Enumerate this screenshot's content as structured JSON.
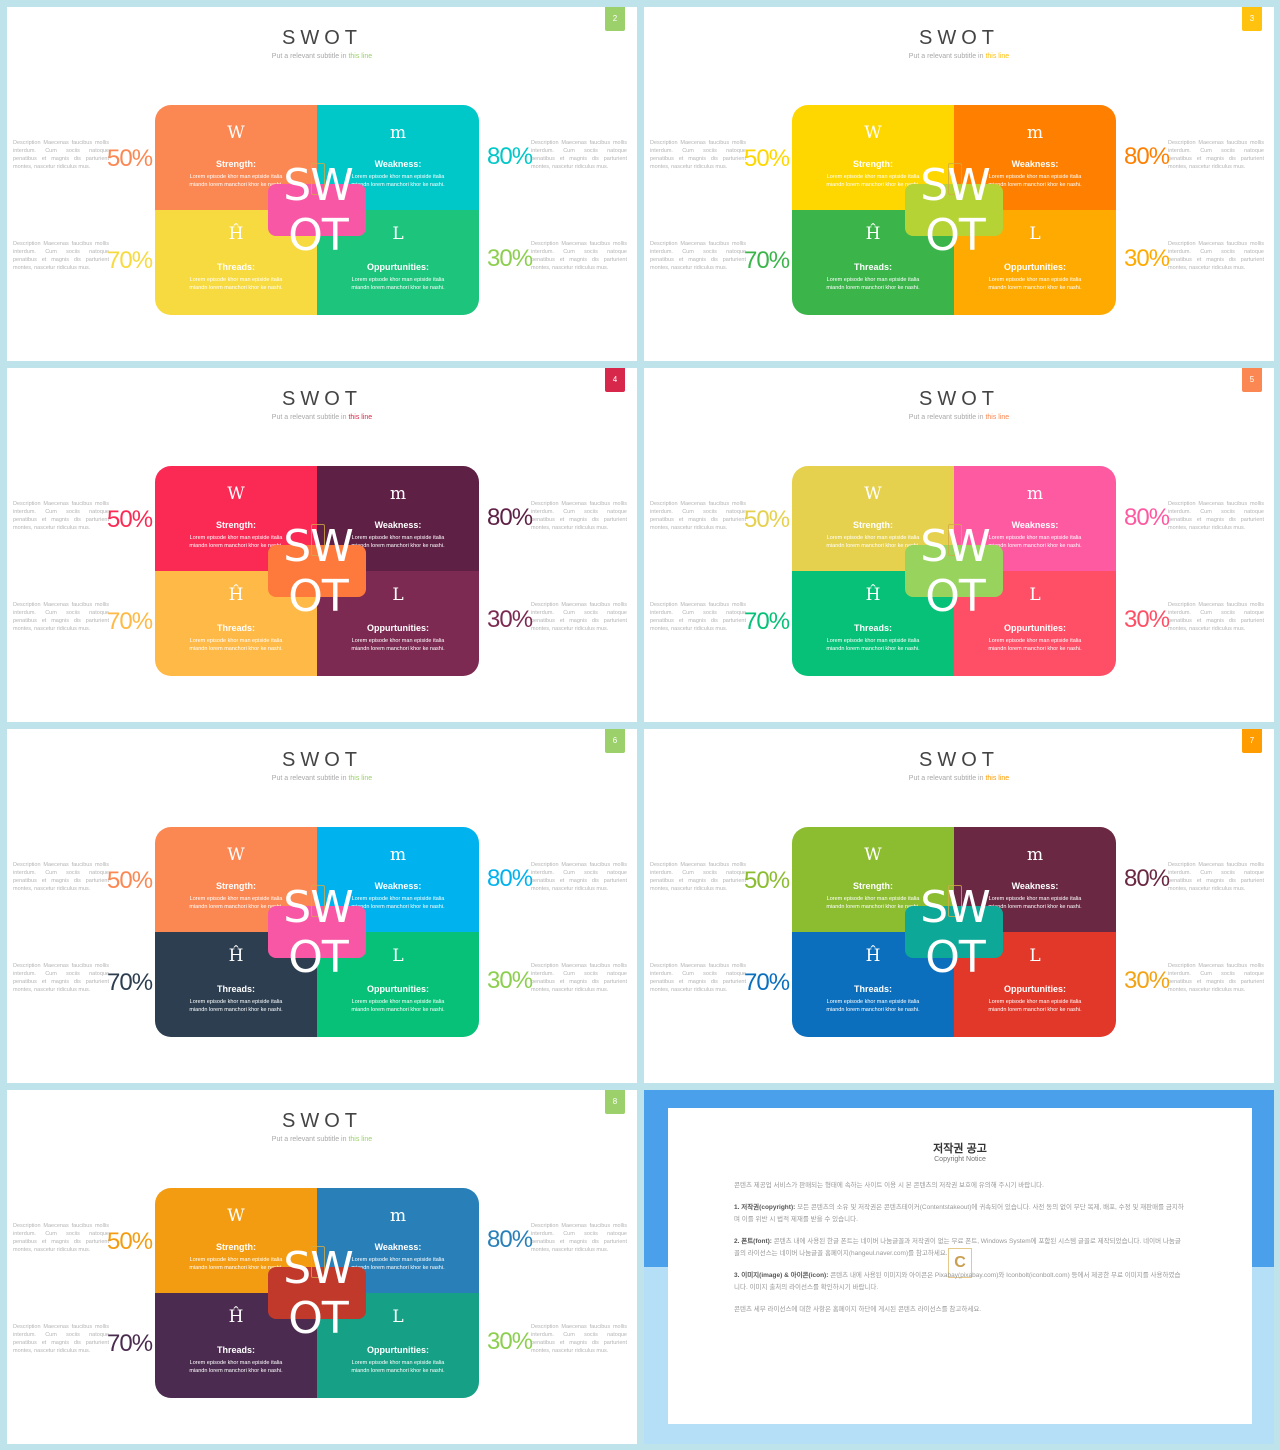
{
  "swot_slides": [
    {
      "page": "2",
      "title": "SWOT",
      "subtitle_pre": "Put a relevant subtitle in ",
      "subtitle_hl": "this line",
      "accent": "#9bd06a",
      "colors": {
        "tl": "#fb8853",
        "tr": "#00c7c8",
        "bl": "#f7da3f",
        "br": "#1dc47c",
        "center": "#f857a6"
      },
      "pct": {
        "tl": "50%",
        "tr": "80%",
        "bl": "70%",
        "br": "30%"
      },
      "pct_colors": {
        "tl": "#fb8853",
        "tr": "#00c7c8",
        "bl": "#f7da3f",
        "br": "#8ccf4f"
      }
    },
    {
      "page": "3",
      "title": "SWOT",
      "subtitle_pre": "Put a relevant subtitle in ",
      "subtitle_hl": "this line",
      "accent": "#ffc20e",
      "colors": {
        "tl": "#ffd700",
        "tr": "#ff7f00",
        "bl": "#3bb54a",
        "br": "#ffaa00",
        "center": "#b5d334"
      },
      "pct": {
        "tl": "50%",
        "tr": "80%",
        "bl": "70%",
        "br": "30%"
      },
      "pct_colors": {
        "tl": "#ffd700",
        "tr": "#ff7f00",
        "bl": "#3bb54a",
        "br": "#ffaa00"
      }
    },
    {
      "page": "4",
      "title": "SWOT",
      "subtitle_pre": "Put a relevant subtitle in ",
      "subtitle_hl": "this line",
      "accent": "#d7274a",
      "colors": {
        "tl": "#fb2a55",
        "tr": "#5e2045",
        "bl": "#ffb946",
        "br": "#7c2a52",
        "center": "#fd7a3c"
      },
      "pct": {
        "tl": "50%",
        "tr": "80%",
        "bl": "70%",
        "br": "30%"
      },
      "pct_colors": {
        "tl": "#fb2a55",
        "tr": "#5e2045",
        "bl": "#ffb946",
        "br": "#7c2a52"
      }
    },
    {
      "page": "5",
      "title": "SWOT",
      "subtitle_pre": "Put a relevant subtitle in ",
      "subtitle_hl": "this line",
      "accent": "#fb8853",
      "colors": {
        "tl": "#e6d14f",
        "tr": "#fe5aa1",
        "bl": "#06c177",
        "br": "#ff4f66",
        "center": "#97d35d"
      },
      "pct": {
        "tl": "50%",
        "tr": "80%",
        "bl": "70%",
        "br": "30%"
      },
      "pct_colors": {
        "tl": "#e6d14f",
        "tr": "#fe5aa1",
        "bl": "#06c177",
        "br": "#ff4f66"
      }
    },
    {
      "page": "6",
      "title": "SWOT",
      "subtitle_pre": "Put a relevant subtitle in ",
      "subtitle_hl": "this line",
      "accent": "#9bd06a",
      "colors": {
        "tl": "#fb8853",
        "tr": "#00b3ee",
        "bl": "#2c3e50",
        "br": "#06c177",
        "center": "#f857a6"
      },
      "pct": {
        "tl": "50%",
        "tr": "80%",
        "bl": "70%",
        "br": "30%"
      },
      "pct_colors": {
        "tl": "#fb8853",
        "tr": "#00b3ee",
        "bl": "#2c3e50",
        "br": "#8ccf4f"
      }
    },
    {
      "page": "7",
      "title": "SWOT",
      "subtitle_pre": "Put a relevant subtitle in ",
      "subtitle_hl": "this line",
      "accent": "#ff9c00",
      "colors": {
        "tl": "#8cbd31",
        "tr": "#6a2842",
        "bl": "#0b6fbe",
        "br": "#e2382a",
        "center": "#0da898"
      },
      "pct": {
        "tl": "50%",
        "tr": "80%",
        "bl": "70%",
        "br": "30%"
      },
      "pct_colors": {
        "tl": "#8cbd31",
        "tr": "#6a2842",
        "bl": "#0b6fbe",
        "br": "#f3a313"
      }
    },
    {
      "page": "8",
      "title": "SWOT",
      "subtitle_pre": "Put a relevant subtitle in ",
      "subtitle_hl": "this line",
      "accent": "#9bd06a",
      "colors": {
        "tl": "#f39c12",
        "tr": "#2980b9",
        "bl": "#4b2c50",
        "br": "#16a085",
        "center": "#c0392b"
      },
      "pct": {
        "tl": "50%",
        "tr": "80%",
        "bl": "70%",
        "br": "30%"
      },
      "pct_colors": {
        "tl": "#f39c12",
        "tr": "#2980b9",
        "bl": "#4b2c50",
        "br": "#8ccf4f"
      }
    }
  ],
  "quadrant_labels": {
    "tl": {
      "letter": "W",
      "heading": "Strength:"
    },
    "tr": {
      "letter": "m",
      "heading": "Weakness:"
    },
    "bl": {
      "letter": "Ĥ",
      "heading": "Threads:"
    },
    "br": {
      "letter": "L",
      "heading": "Oppurtunities:"
    }
  },
  "quad_text": "Lorem episode khor man episide italia miandn lorem manchori khor ke nashi.",
  "center_text": "SW OT",
  "desc_left": "Description Maecenas faucibus mollis interdum. Cum sociis natoque penatibus et magnis dis parturient montes, nascetur ridiculus mus.",
  "desc_right": "Description Maecenas faucibus mollis interdum. Cum sociis natoque penatibus et magnis dis parturient montes, nascetur ridiculus mus.",
  "copyright": {
    "title": "저작권 공고",
    "subtitle": "Copyright Notice",
    "logo_letter": "C",
    "intro": "콘텐츠 제공업 서비스가 판매되는 형태에 속하는 사이트 이용 시 본 콘텐츠의 저작권 보호에 유의해 주시기 바랍니다.",
    "p1_label": "1. 저작권(copyright):",
    "p1": " 모든 콘텐츠의 소유 및 저작권은 콘텐츠테이커(Contentstakeout)에 귀속되어 있습니다. 사전 동의 없이 무단 복제, 배포, 수정 및 재판매를 금지하며 이를 위반 시 법적 제재를 받을 수 있습니다.",
    "p2_label": "2. 폰트(font):",
    "p2": " 콘텐츠 내에 사용된 한글 폰트는 네이버 나눔글꼴과 저작권이 없는 무료 폰트, Windows System에 포함된 시스템 글꼴로 제작되었습니다. 네이버 나눔글꼴의 라이선스는 네이버 나눔글꼴 홈페이지(hangeul.naver.com)를 참고하세요.",
    "p3_label": "3. 이미지(image) & 아이콘(icon):",
    "p3": " 콘텐츠 내에 사용된 이미지와 아이콘은 Pixabay(pixabay.com)와 Iconbolt(iconbolt.com) 등에서 제공한 무료 이미지를 사용하였습니다. 이미지 출처의 라이선스를 확인하시기 바랍니다.",
    "outro": "콘텐츠 세부 라이선스에 대한 사항은 홈페이지 하단에 게시된 콘텐츠 라이선스를 참고하세요."
  }
}
